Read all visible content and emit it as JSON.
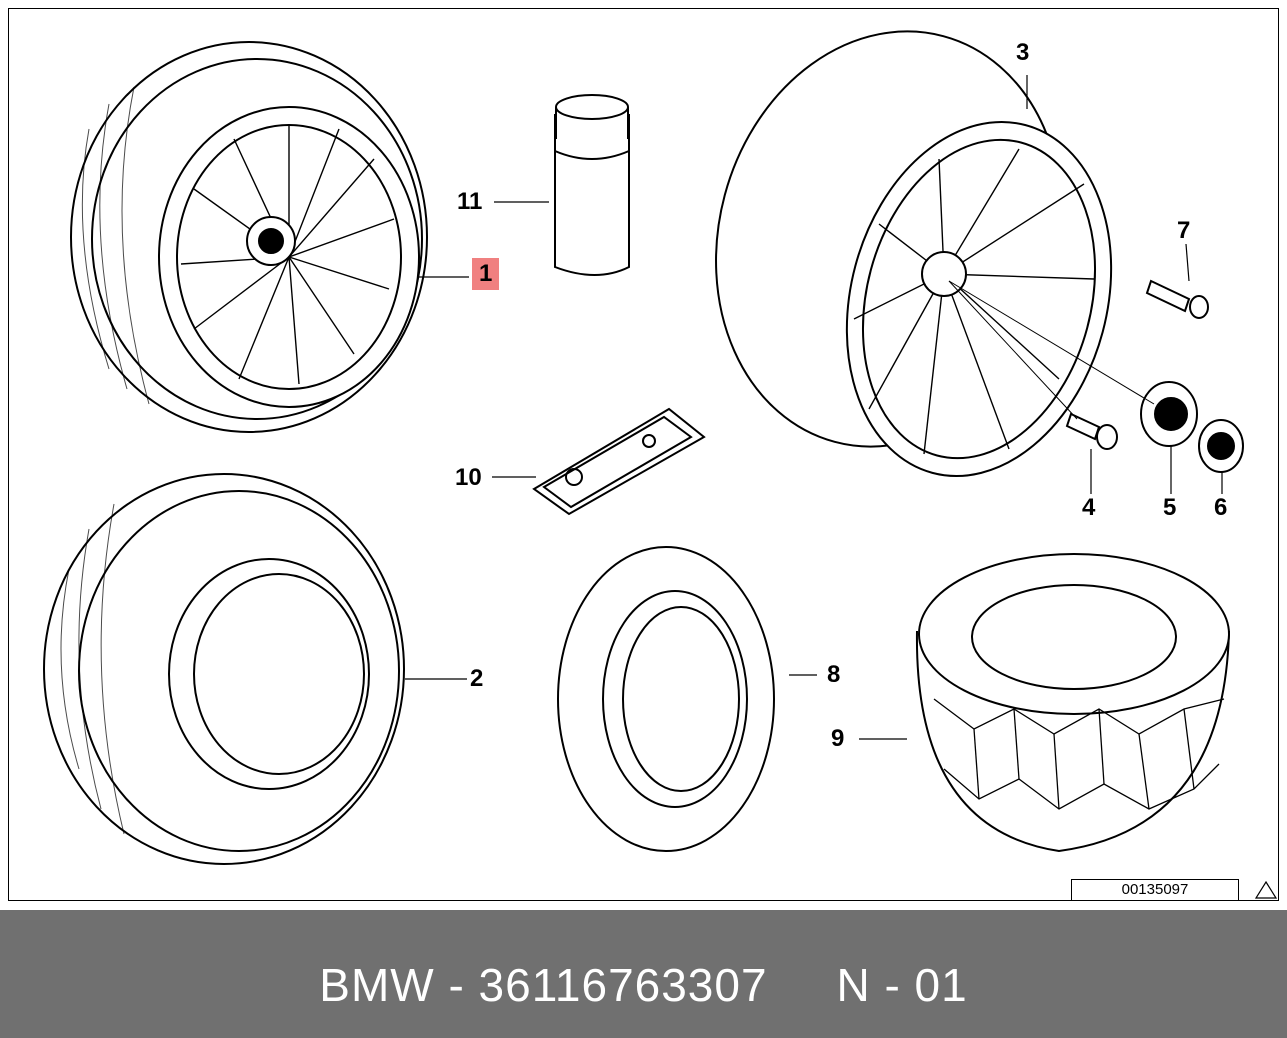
{
  "diagram": {
    "callouts": {
      "c1": "1",
      "c2": "2",
      "c3": "3",
      "c4": "4",
      "c5": "5",
      "c6": "6",
      "c7": "7",
      "c8": "8",
      "c9": "9",
      "c10": "10",
      "c11": "11"
    },
    "highlight_color": "#f08080",
    "drawing_number": "00135097",
    "warning_icon": "warning-triangle-icon"
  },
  "footer": {
    "text": "BMW - 36116763307     N - 01",
    "background_color": "#707070"
  }
}
